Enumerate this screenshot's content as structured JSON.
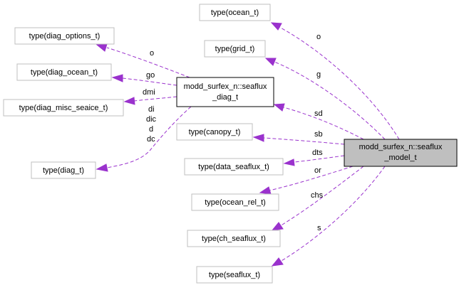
{
  "diagram": {
    "nodes": {
      "ocean_t": "type(ocean_t)",
      "grid_t": "type(grid_t)",
      "diag_options_t": "type(diag_options_t)",
      "diag_ocean_t": "type(diag_ocean_t)",
      "diag_misc_seaice_t": "type(diag_misc_seaice_t)",
      "diag_t": "type(diag_t)",
      "canopy_t": "type(canopy_t)",
      "data_seaflux_t": "type(data_seaflux_t)",
      "ocean_rel_t": "type(ocean_rel_t)",
      "ch_seaflux_t": "type(ch_seaflux_t)",
      "seaflux_t": "type(seaflux_t)",
      "seaflux_diag_t": [
        "modd_surfex_n::seaflux",
        "_diag_t"
      ],
      "seaflux_model_t": [
        "modd_surfex_n::seaflux",
        "_model_t"
      ]
    },
    "edge_labels": {
      "o_model": "o",
      "g": "g",
      "o_diag": "o",
      "go": "go",
      "dmi": "dmi",
      "diag_t_labels": [
        "di",
        "dic",
        "d",
        "dc"
      ],
      "sd": "sd",
      "sb": "sb",
      "dts": "dts",
      "or": "or",
      "chs": "chs",
      "s": "s"
    },
    "colors": {
      "edge": "#9a32cd",
      "node_border_gray": "#bfbfbf",
      "main_node_fill": "#bfbfbf"
    }
  }
}
